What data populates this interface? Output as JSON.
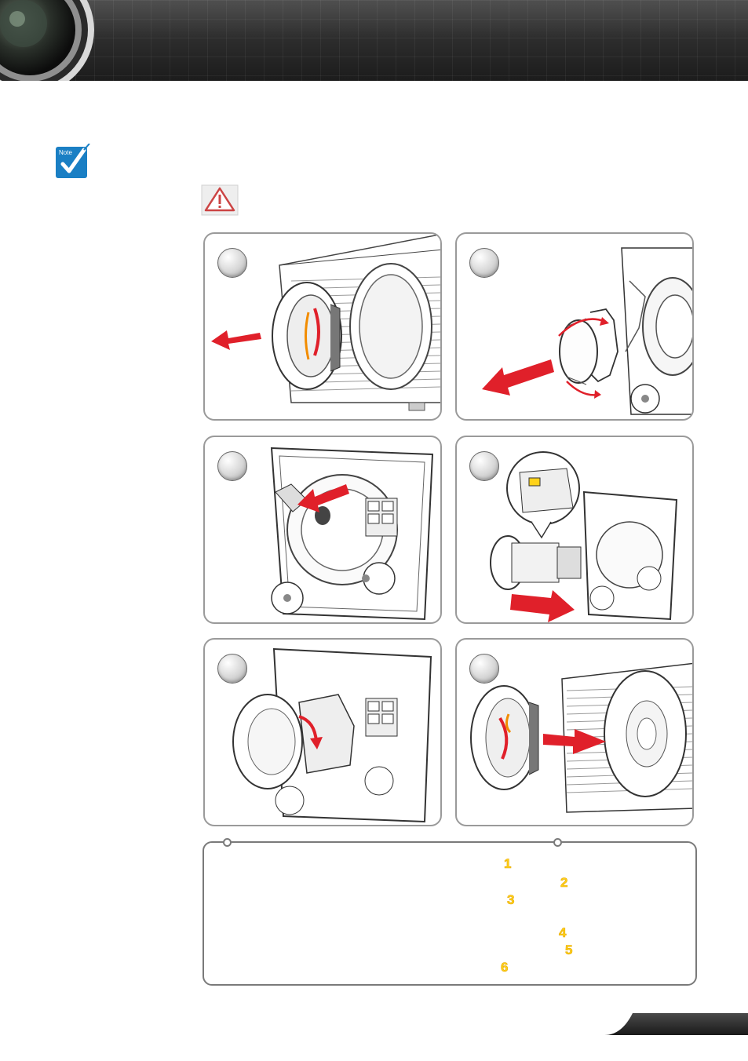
{
  "header": {
    "lens_icon": "projector-lens-icon"
  },
  "note": {
    "icon": "note-check-icon",
    "label": "Note"
  },
  "caution": {
    "icon": "warning-triangle-icon"
  },
  "steps": [
    {
      "id": 1,
      "illustration": "remove-lens-cover"
    },
    {
      "id": 2,
      "illustration": "rotate-remove-lens"
    },
    {
      "id": 3,
      "illustration": "push-release-lever"
    },
    {
      "id": 4,
      "illustration": "insert-new-lens"
    },
    {
      "id": 5,
      "illustration": "rotate-lock-lens"
    },
    {
      "id": 6,
      "illustration": "reattach-lens-cover"
    }
  ],
  "legend_numbers": [
    "1",
    "2",
    "3",
    "4",
    "5",
    "6"
  ],
  "colors": {
    "arrow_red": "#e0202a",
    "step_yellow": "#ffd21a",
    "header_dark": "#2a2a2a",
    "note_blue": "#1a7fc4"
  }
}
